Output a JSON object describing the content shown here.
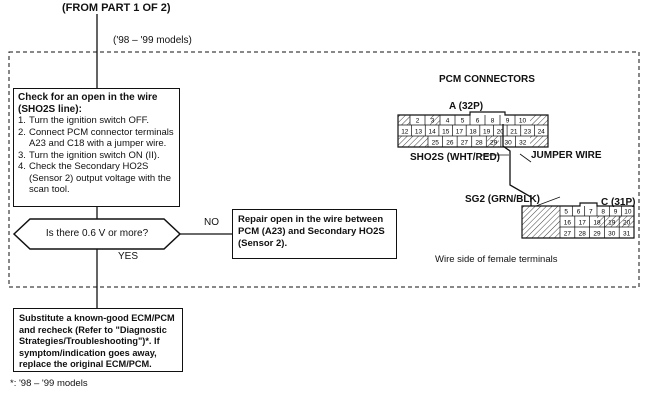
{
  "header": {
    "from_part": "(FROM PART 1 OF 2)",
    "models_note": "('98 – '99 models)"
  },
  "check_box": {
    "title": "Check for an open in the wire (SHO2S line):",
    "steps": [
      {
        "num": "1.",
        "text": "Turn the ignition switch OFF."
      },
      {
        "num": "2.",
        "text": "Connect PCM connector terminals A23 and C18 with a jumper wire."
      },
      {
        "num": "3.",
        "text": "Turn the ignition switch ON (II)."
      },
      {
        "num": "4.",
        "text": "Check the Secondary HO2S (Sensor 2) output voltage with the scan tool."
      }
    ]
  },
  "decision": {
    "question": "Is there 0.6 V or more?",
    "no_label": "NO",
    "yes_label": "YES"
  },
  "repair_box": {
    "text": "Repair open in the wire between PCM (A23) and Secondary HO2S (Sensor 2)."
  },
  "substitute_box": {
    "text": "Substitute a known-good ECM/PCM and recheck (Refer to \"Diagnostic Strategies/Troubleshooting\")*. If symptom/indication goes away, replace the original ECM/PCM."
  },
  "footnote": "*: '98 – '99 models",
  "connectors": {
    "title": "PCM CONNECTORS",
    "a_label": "A (32P)",
    "c_label": "C (31P)",
    "sho2s_label": "SHO2S (WHT/RED)",
    "jumper_label": "JUMPER WIRE",
    "sg2_label": "SG2 (GRN/BLK)",
    "wire_side_label": "Wire side of female terminals",
    "a_top": [
      "2",
      "3",
      "4",
      "5",
      "6",
      "8",
      "9",
      "10"
    ],
    "a_mid": [
      "12",
      "13",
      "14",
      "15",
      "17",
      "18",
      "19",
      "20",
      "21",
      "23",
      "24"
    ],
    "a_bot": [
      "25",
      "26",
      "27",
      "28",
      "29",
      "30",
      "32"
    ],
    "c_top": [
      "5",
      "6",
      "7",
      "8",
      "9",
      "10"
    ],
    "c_mid": [
      "16",
      "17",
      "18",
      "19",
      "20"
    ],
    "c_bot": [
      "27",
      "28",
      "29",
      "30",
      "31"
    ]
  }
}
